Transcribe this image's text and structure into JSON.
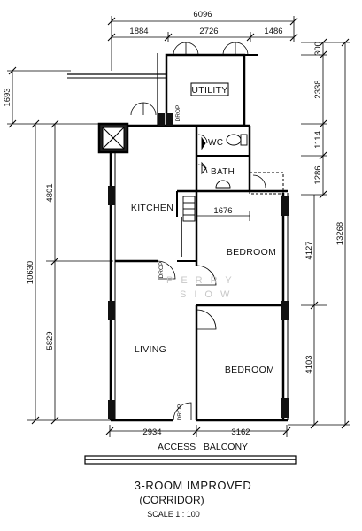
{
  "plan": {
    "title": "3-ROOM IMPROVED",
    "subtitle": "(CORRIDOR)",
    "scale": "SCALE 1 : 100",
    "watermark_line1": "PERRY",
    "watermark_line2": "SIOW",
    "access_label": "ACCESS   BALCONY"
  },
  "rooms": {
    "utility": "UTILITY",
    "wc": "WC",
    "bath": "BATH",
    "kitchen": "KITCHEN",
    "bedroom_upper": "BEDROOM",
    "bedroom_lower": "BEDROOM",
    "living": "LIVING"
  },
  "labels": {
    "drop_utility": "DROP",
    "drop_living": "DROP",
    "drop_entrance": "DROP"
  },
  "dimensions": {
    "top_total": "6096",
    "top_seg1": "1884",
    "top_seg2": "2726",
    "top_seg3": "1486",
    "right_300": "300",
    "right_2338": "2338",
    "right_1114": "1114",
    "right_1286": "1286",
    "right_4127": "4127",
    "right_4103": "4103",
    "right_total": "13268",
    "left_1693": "1693",
    "left_4801": "4801",
    "left_10630": "10630",
    "left_5829": "5829",
    "inner_1676": "1676",
    "bottom_2934": "2934",
    "bottom_3162": "3162"
  }
}
